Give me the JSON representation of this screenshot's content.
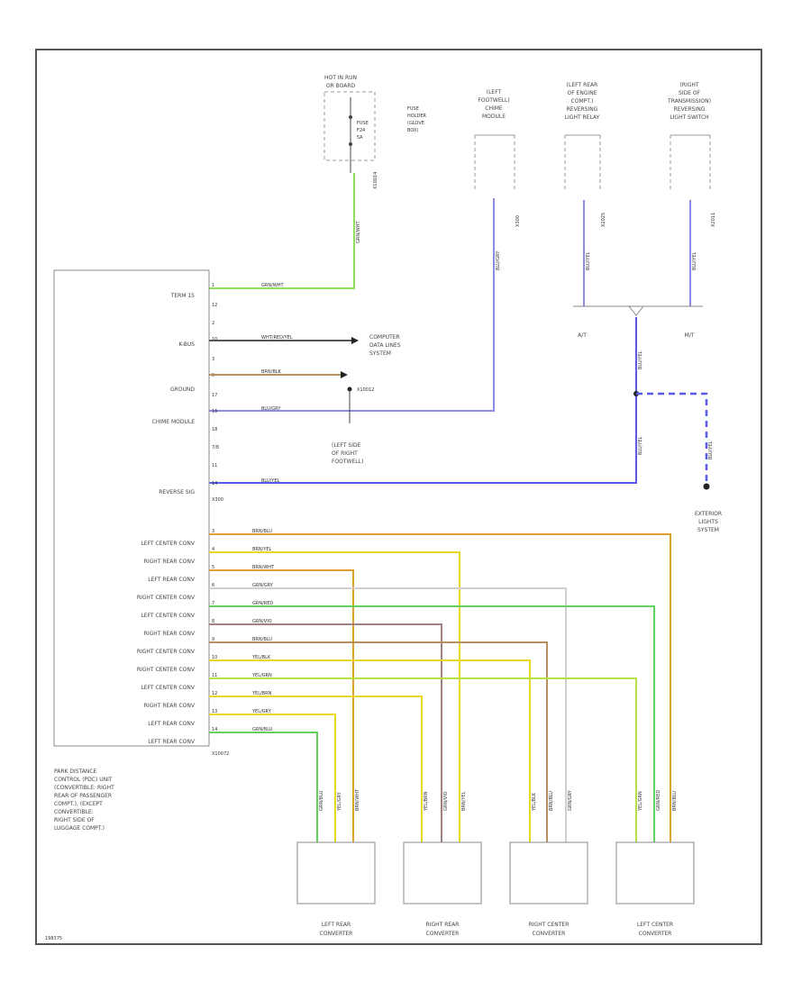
{
  "colors": {
    "grn_wht": "#8ee05a",
    "blu_yel": "#8a8ae8",
    "blu": "#5a5ae8",
    "brn": "#b89060",
    "org": "#e0a030",
    "yel": "#e8d820",
    "vio": "#a08080",
    "wht": "#d0d0d0",
    "grn": "#60d060",
    "lime": "#b8e040",
    "frame": "#555555"
  },
  "top_components": {
    "hot_in_run": [
      "HOT IN RUN",
      "OR BOARD"
    ],
    "fuse_holder": [
      "FUSE",
      "HOLDER",
      "(GLOVE",
      "BOX)"
    ],
    "fuse": [
      "FUSE",
      "F24",
      "5A"
    ],
    "chime": [
      "(LEFT",
      "FOOTWELL)",
      "CHIME",
      "MODULE"
    ],
    "left_rear_engine": [
      "(LEFT REAR",
      "OF ENGINE",
      "COMPT.)",
      "REVERSING",
      "LIGHT RELAY"
    ],
    "right_side_trans": [
      "(RIGHT",
      "SIDE OF",
      "TRANSMISSION)",
      "REVERSING",
      "LIGHT SWITCH"
    ]
  },
  "connector_ids": {
    "fuse_out": "X10014",
    "chime": "X300",
    "relay": "X2025",
    "switch": "X2011",
    "ground": "X10012",
    "left_side": "X300",
    "module": "X10072"
  },
  "module_pins": {
    "term15": {
      "label": "TERM 15",
      "pin": "1",
      "wire": "GRN/WHT"
    },
    "p12": {
      "pin": "12"
    },
    "p2": {
      "pin": "2"
    },
    "kbus": {
      "label": "K-BUS",
      "pin": "10",
      "wire": "WHT/RED/YEL"
    },
    "p3": {
      "pin": "3"
    },
    "ground": {
      "label": "GROUND",
      "pin": "9",
      "wire": "BRN/BLK"
    },
    "p17": {
      "pin": "17"
    },
    "chime": {
      "label": "CHIME MODULE",
      "pin": "16",
      "wire": "BLU/GRY"
    },
    "p18": {
      "pin": "18"
    },
    "p7": {
      "pin": "7/8"
    },
    "p11": {
      "pin": "11"
    },
    "reverse": {
      "label": "REVERSE SIG",
      "pin": "14",
      "wire": "BLU/YEL"
    }
  },
  "side_texts": {
    "computer": [
      "COMPUTER",
      "DATA LINES",
      "SYSTEM"
    ],
    "left_side": [
      "(LEFT SIDE",
      "OF RIGHT",
      "FOOTWELL)"
    ],
    "at": "A/T",
    "mt": "M/T",
    "exterior": [
      "EXTERIOR",
      "LIGHTS",
      "SYSTEM"
    ]
  },
  "sensor_rows": [
    {
      "label": "LEFT CENTER CONV",
      "pin": "3",
      "wire": "BRN/BLU"
    },
    {
      "label": "RIGHT REAR CONV",
      "pin": "4",
      "wire": "BRN/YEL"
    },
    {
      "label": "LEFT REAR CONV",
      "pin": "5",
      "wire": "BRN/WHT"
    },
    {
      "label": "RIGHT CENTER CONV",
      "pin": "6",
      "wire": "GRN/GRY"
    },
    {
      "label": "LEFT CENTER CONV",
      "pin": "7",
      "wire": "GRN/RED"
    },
    {
      "label": "RIGHT REAR CONV",
      "pin": "8",
      "wire": "GRN/VIO"
    },
    {
      "label": "RIGHT CENTER CONV",
      "pin": "9",
      "wire": "BRN/BLU"
    },
    {
      "label": "RIGHT CENTER CONV",
      "pin": "10",
      "wire": "YEL/BLK"
    },
    {
      "label": "LEFT CENTER CONV",
      "pin": "11",
      "wire": "YEL/GRN"
    },
    {
      "label": "RIGHT REAR CONV",
      "pin": "12",
      "wire": "YEL/BRN"
    },
    {
      "label": "LEFT REAR CONV",
      "pin": "13",
      "wire": "YEL/GRY"
    },
    {
      "label": "LEFT REAR CONV",
      "pin": "14",
      "wire": "GRN/BLU"
    }
  ],
  "module_desc": [
    "PARK DISTANCE",
    "CONTROL (PDC) UNIT",
    "(CONVERTIBLE: RIGHT",
    "REAR OF PASSENGER",
    "COMPT.), (EXCEPT",
    "CONVERTIBLE:",
    "RIGHT SIDE OF",
    "LUGGAGE COMPT.)"
  ],
  "converters": [
    {
      "name": [
        "LEFT REAR",
        "CONVERTER"
      ]
    },
    {
      "name": [
        "RIGHT REAR",
        "CONVERTER"
      ]
    },
    {
      "name": [
        "RIGHT CENTER",
        "CONVERTER"
      ]
    },
    {
      "name": [
        "LEFT CENTER",
        "CONVERTER"
      ]
    }
  ],
  "footer_id": "198375"
}
